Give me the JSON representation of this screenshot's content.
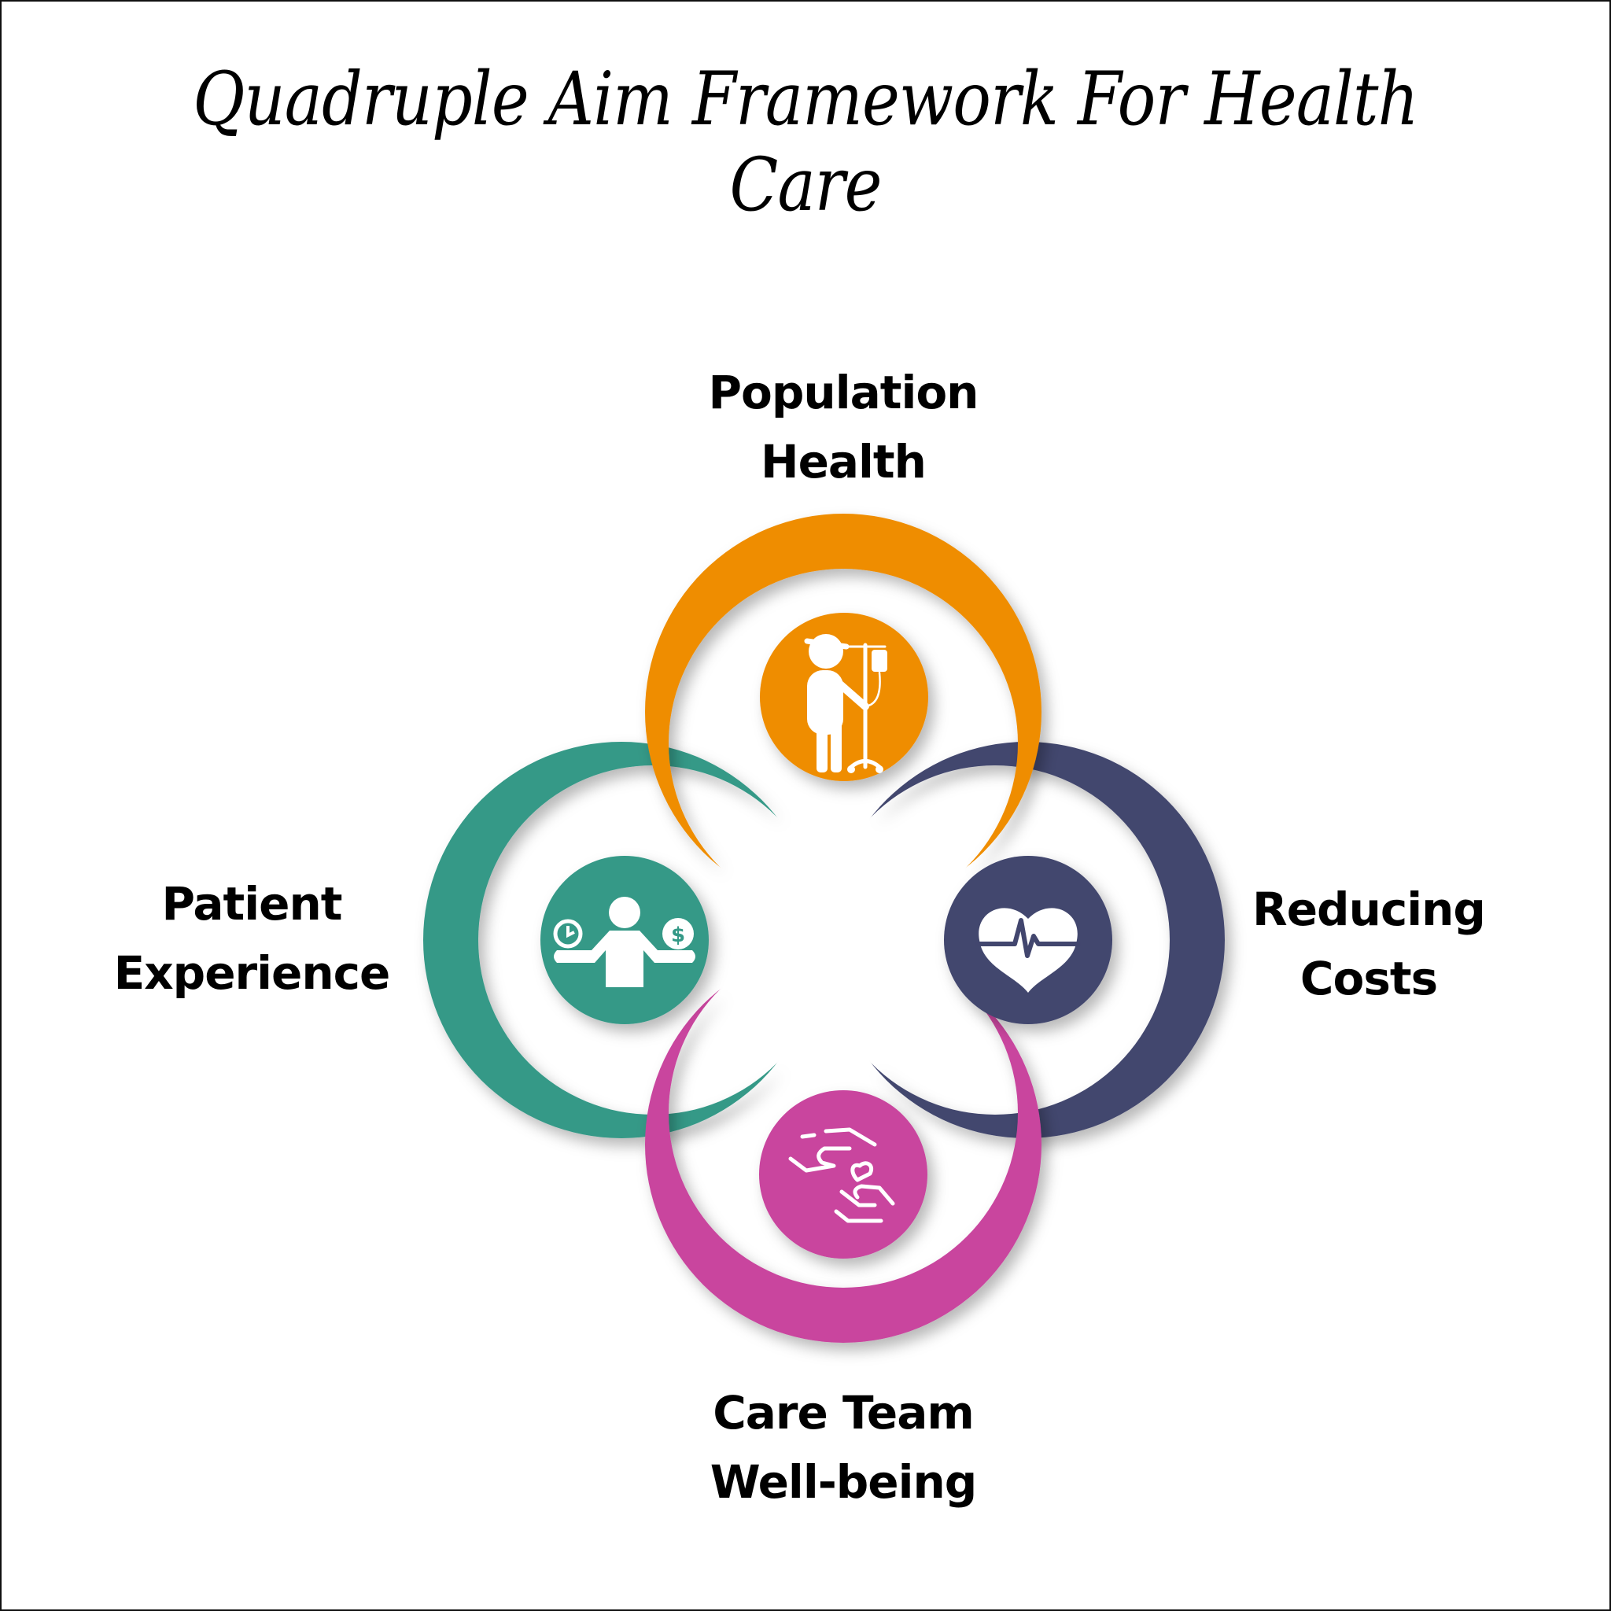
{
  "title": "Quadruple Aim Framework For Health Care",
  "aims": [
    {
      "id": "population-health",
      "line1": "Population",
      "line2": "Health",
      "color": "#EF8D00",
      "icon": "patient-iv-drip-icon"
    },
    {
      "id": "reducing-costs",
      "line1": "Reducing",
      "line2": "Costs",
      "color": "#42466E",
      "icon": "heart-pulse-icon"
    },
    {
      "id": "care-team-wellbeing",
      "line1": "Care Team",
      "line2": "Well-being",
      "color": "#C9449E",
      "icon": "caring-hands-heart-icon"
    },
    {
      "id": "patient-experience",
      "line1": "Patient",
      "line2": "Experience",
      "color": "#349987",
      "icon": "person-balancing-time-money-icon"
    }
  ],
  "colors": {
    "background": "#FFFFFF",
    "border": "#111111",
    "text": "#000000"
  }
}
